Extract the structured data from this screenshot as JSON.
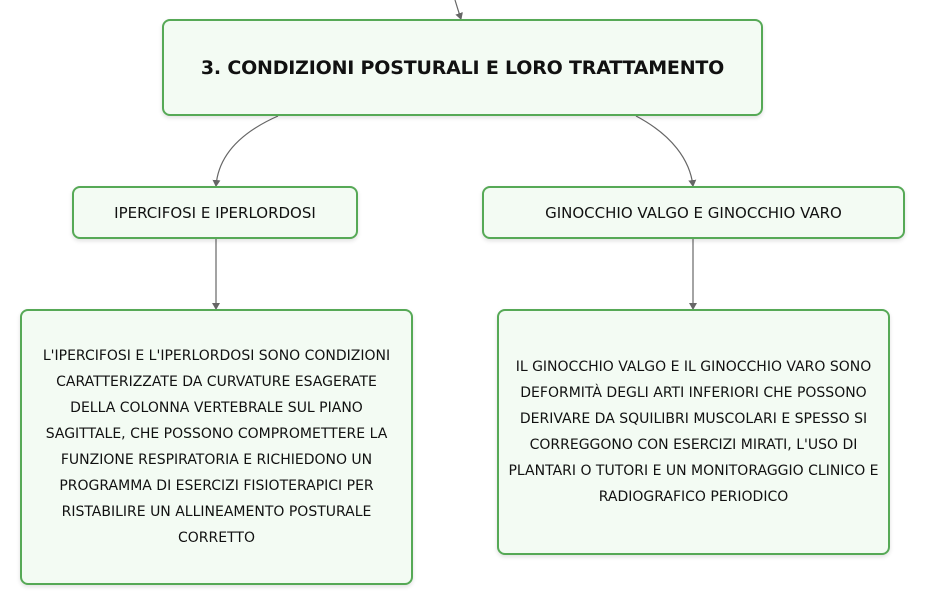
{
  "diagram": {
    "root": {
      "label": "3. CONDIZIONI POSTURALI E LORO TRATTAMENTO"
    },
    "branches": [
      {
        "label": "IPERCIFOSI E IPERLORDOSI",
        "description": "L'IPERCIFOSI E L'IPERLORDOSI SONO CONDIZIONI CARATTERIZZATE DA CURVATURE ESAGERATE DELLA COLONNA VERTEBRALE SUL PIANO SAGITTALE, CHE POSSONO COMPROMETTERE LA FUNZIONE RESPIRATORIA E RICHIEDONO UN PROGRAMMA DI ESERCIZI FISIOTERAPICI PER RISTABILIRE UN ALLINEAMENTO POSTURALE CORRETTO"
      },
      {
        "label": "GINOCCHIO VALGO E GINOCCHIO VARO",
        "description": "IL GINOCCHIO VALGO E IL GINOCCHIO VARO SONO DEFORMITÀ DEGLI ARTI INFERIORI CHE POSSONO DERIVARE DA SQUILIBRI MUSCOLARI E SPESSO SI CORREGGONO CON ESERCIZI MIRATI, L'USO DI PLANTARI O TUTORI E UN MONITORAGGIO CLINICO E RADIOGRAFICO PERIODICO"
      }
    ]
  },
  "colors": {
    "node_border": "#56a956",
    "node_fill": "#f3fbf3",
    "connector": "#666666",
    "text": "#111111"
  }
}
